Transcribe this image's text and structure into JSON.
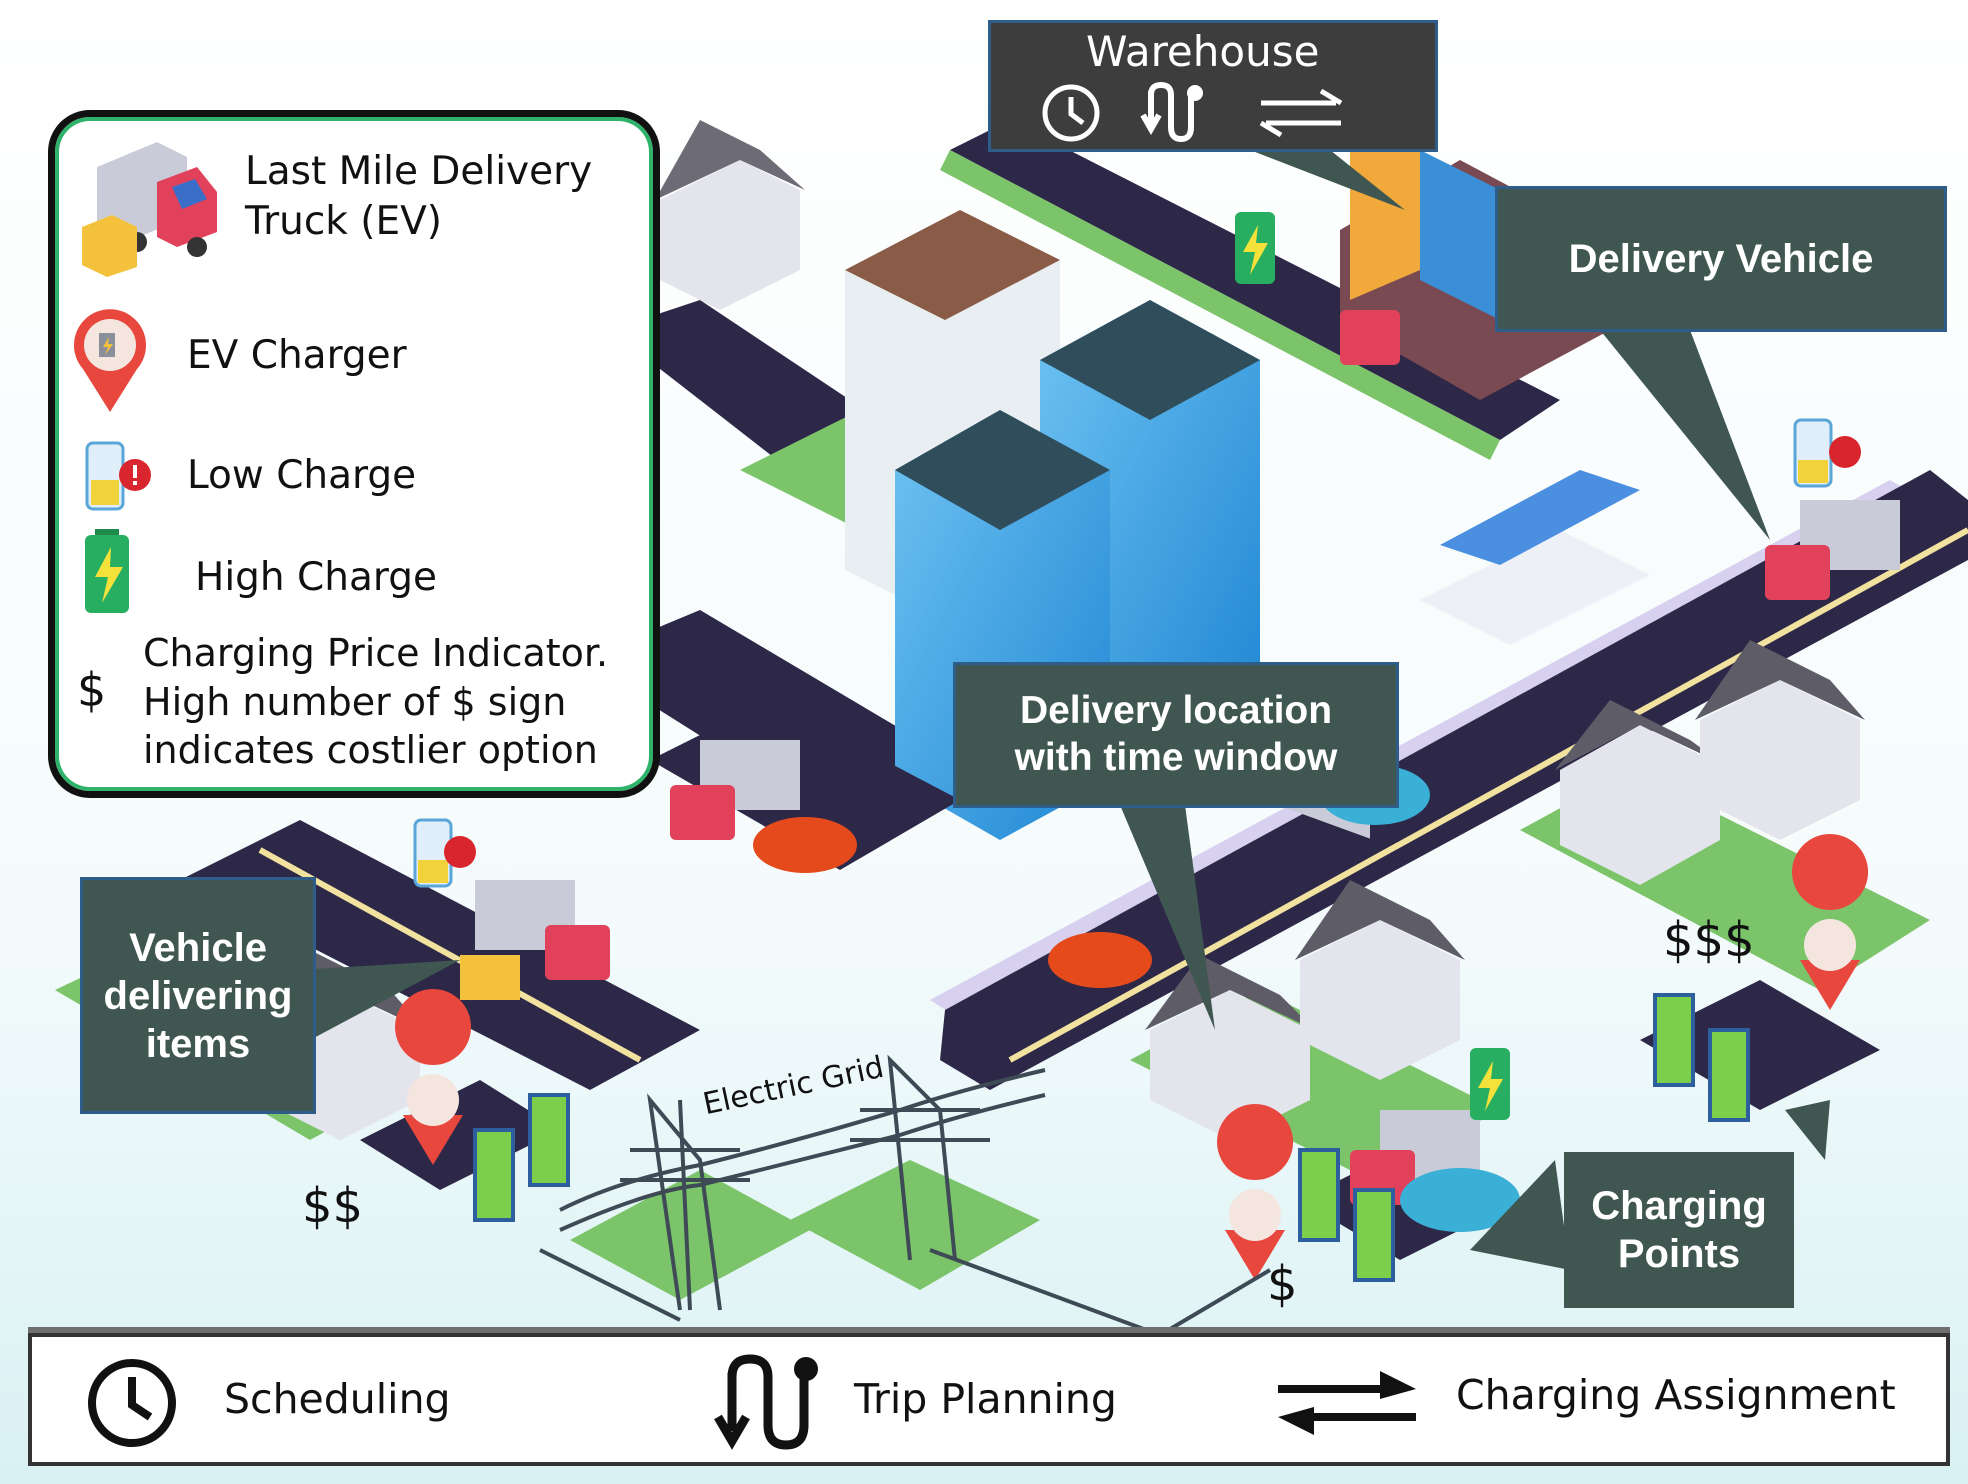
{
  "legend": {
    "truck_label": "Last Mile Delivery Truck (EV)",
    "charger_label": "EV Charger",
    "low_charge_label": "Low Charge",
    "high_charge_label": "High Charge",
    "price_symbol": "$",
    "price_label": "Charging Price Indicator. High number of $ sign indicates costlier option"
  },
  "warehouse": {
    "title": "Warehouse"
  },
  "callouts": {
    "delivery_vehicle": "Delivery Vehicle",
    "delivery_location": "Delivery location with time window",
    "vehicle_delivering": "Vehicle delivering items",
    "charging_points": "Charging Points"
  },
  "grid_label": "Electric Grid",
  "prices": {
    "left": "$$",
    "right": "$$$",
    "bottom": "$"
  },
  "bottom_bar": {
    "scheduling": "Scheduling",
    "trip_planning": "Trip Planning",
    "charging_assignment": "Charging Assignment"
  },
  "colors": {
    "road": "#2e2848",
    "grass": "#7cc46a",
    "sidewalk": "#d7d0ee",
    "callout_bg": "#3f5651",
    "legend_border": "#2fb36b",
    "charger_pin": "#e8473e",
    "battery_green": "#27ae60"
  }
}
